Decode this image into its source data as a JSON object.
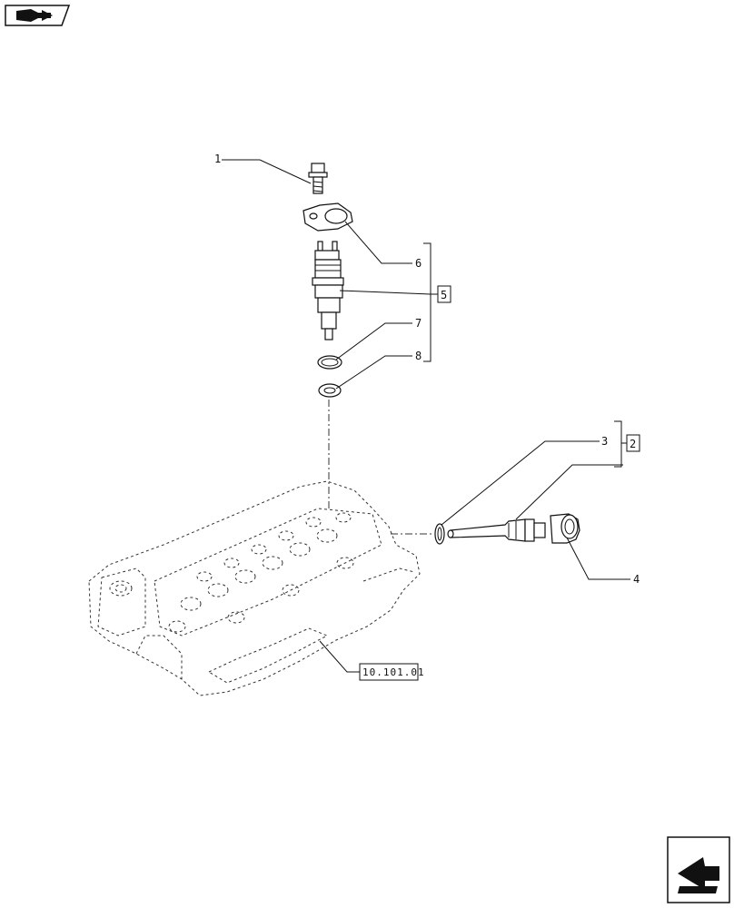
{
  "callouts": {
    "c1": "1",
    "c2": "2",
    "c3": "3",
    "c4": "4",
    "c5": "5",
    "c6": "6",
    "c7": "7",
    "c8": "8"
  },
  "reference": {
    "label": "10.101.01"
  },
  "icons": {
    "top_left": "book-arrow-icon",
    "bottom_right": "next-page-arrow-icon"
  }
}
